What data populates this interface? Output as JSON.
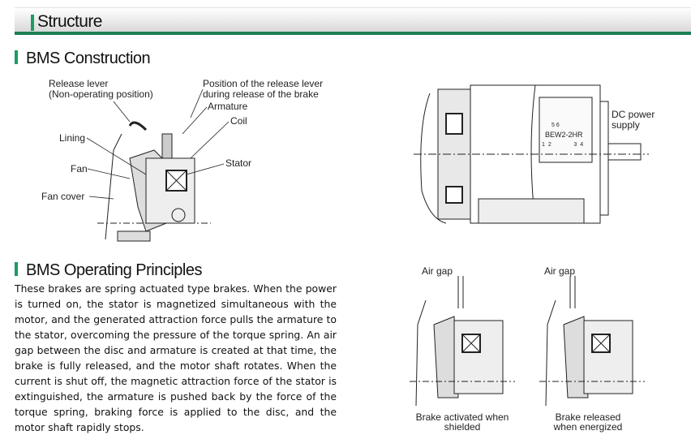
{
  "header": {
    "title": "Structure"
  },
  "construction": {
    "heading": "BMS Construction",
    "labels": {
      "release_lever": "Release lever",
      "release_lever_sub": "(Non-operating position)",
      "release_position_1": "Position of the release lever",
      "release_position_2": "during release of the brake",
      "armature": "Armature",
      "coil": "Coil",
      "lining": "Lining",
      "fan": "Fan",
      "stator": "Stator",
      "fan_cover": "Fan cover"
    },
    "motor": {
      "dc_power_1": "DC power",
      "dc_power_2": "supply",
      "model": "BEW2-2HR",
      "terminals": [
        "1",
        "2",
        "3",
        "4",
        "5",
        "6"
      ]
    }
  },
  "principles": {
    "heading": "BMS Operating Principles",
    "text": "These brakes are spring actuated type brakes. When the power is turned on, the stator is magnetized simultaneous with the motor, and the generated attraction force pulls the armature to the stator, overcoming the pressure of the torque spring. An air gap between the disc and armature is created at that time, the brake is fully released, and the motor shaft rotates. When the current is shut off, the magnetic attraction force of the stator is extinguished, the armature is pushed back by the force of the torque spring, braking force is applied to the disc, and the motor shaft rapidly stops.",
    "diagrams": [
      {
        "air_gap": "Air gap",
        "caption_1": "Brake activated when",
        "caption_2": "shielded"
      },
      {
        "air_gap": "Air gap",
        "caption_1": "Brake released",
        "caption_2": "when energized"
      }
    ]
  },
  "colors": {
    "accent": "#1b9c63",
    "rule": "#1b7f55"
  }
}
